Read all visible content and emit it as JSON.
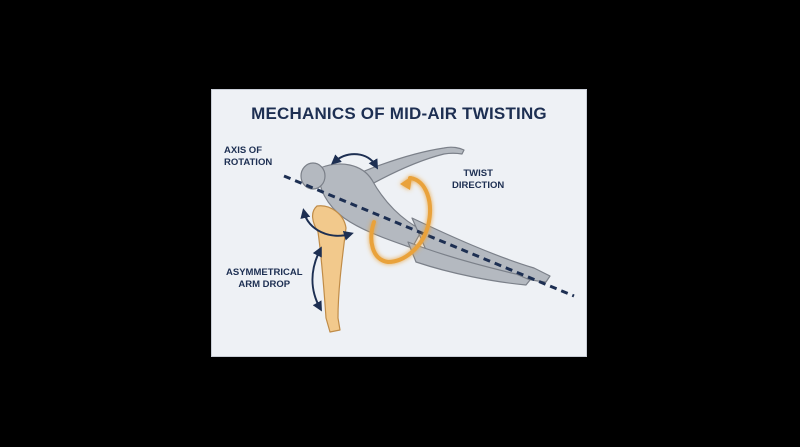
{
  "diagram": {
    "title": "MECHANICS OF MID-AIR TWISTING",
    "labels": {
      "axis": [
        "AXIS OF",
        "ROTATION"
      ],
      "twist": [
        "TWIST",
        "DIRECTION"
      ],
      "arm": [
        "ASYMMETRICAL",
        "ARM DROP"
      ]
    },
    "colors": {
      "background": "#000000",
      "card": "#eef1f5",
      "text": "#1d2f52",
      "axis_line": "#1d2f52",
      "body": "#b4b9c0",
      "body_outline": "#7b8089",
      "arm_highlight": "#f2c98c",
      "twist_arrow": "#e9a23b"
    },
    "icons": [
      "axis-of-rotation-line",
      "twist-direction-arrow",
      "arm-rotation-arrow",
      "arm-drop-arrow",
      "shoulder-rotation-arrow"
    ]
  }
}
